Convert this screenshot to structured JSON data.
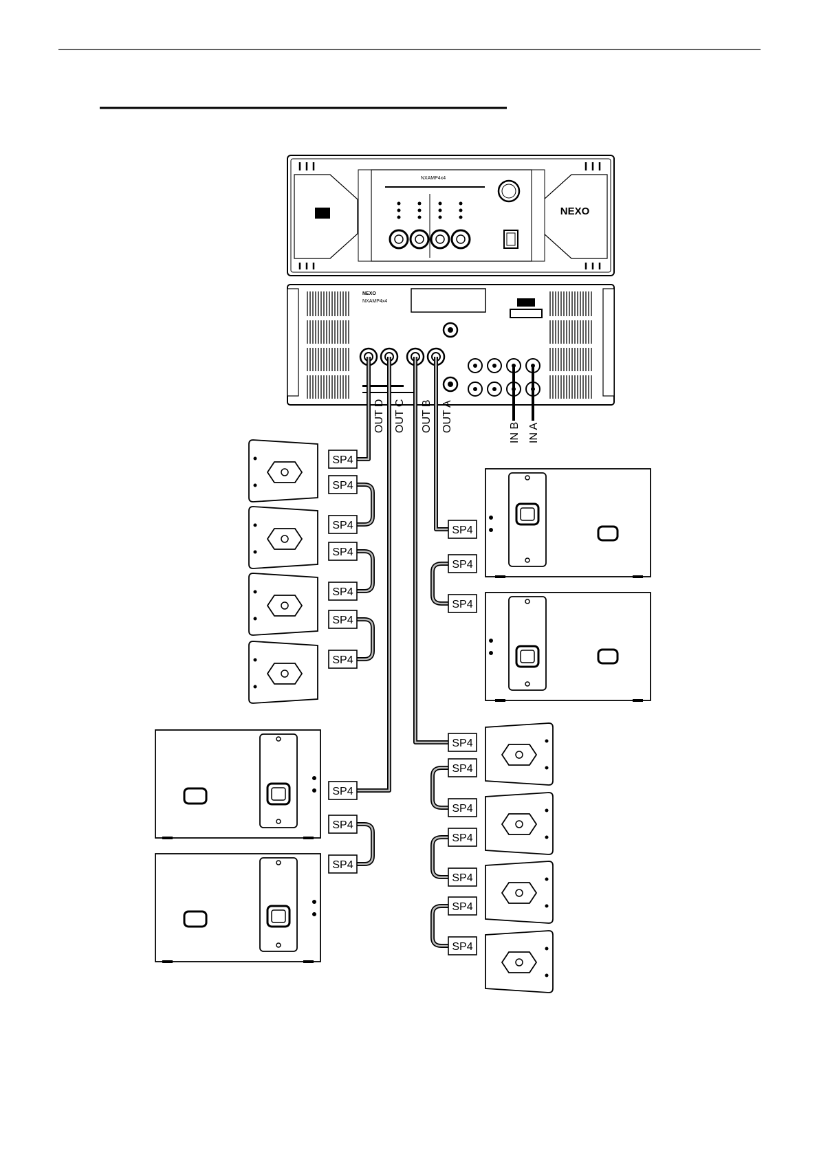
{
  "amplifier": {
    "front_model": "NXAMP4x4",
    "brand": "NEXO",
    "rear_brand": "NEXO",
    "rear_model": "NXAMP4x4"
  },
  "outputs": [
    "OUT D",
    "OUT C",
    "OUT B",
    "OUT A"
  ],
  "inputs": [
    "IN B",
    "IN A"
  ],
  "connector_label": "SP4"
}
